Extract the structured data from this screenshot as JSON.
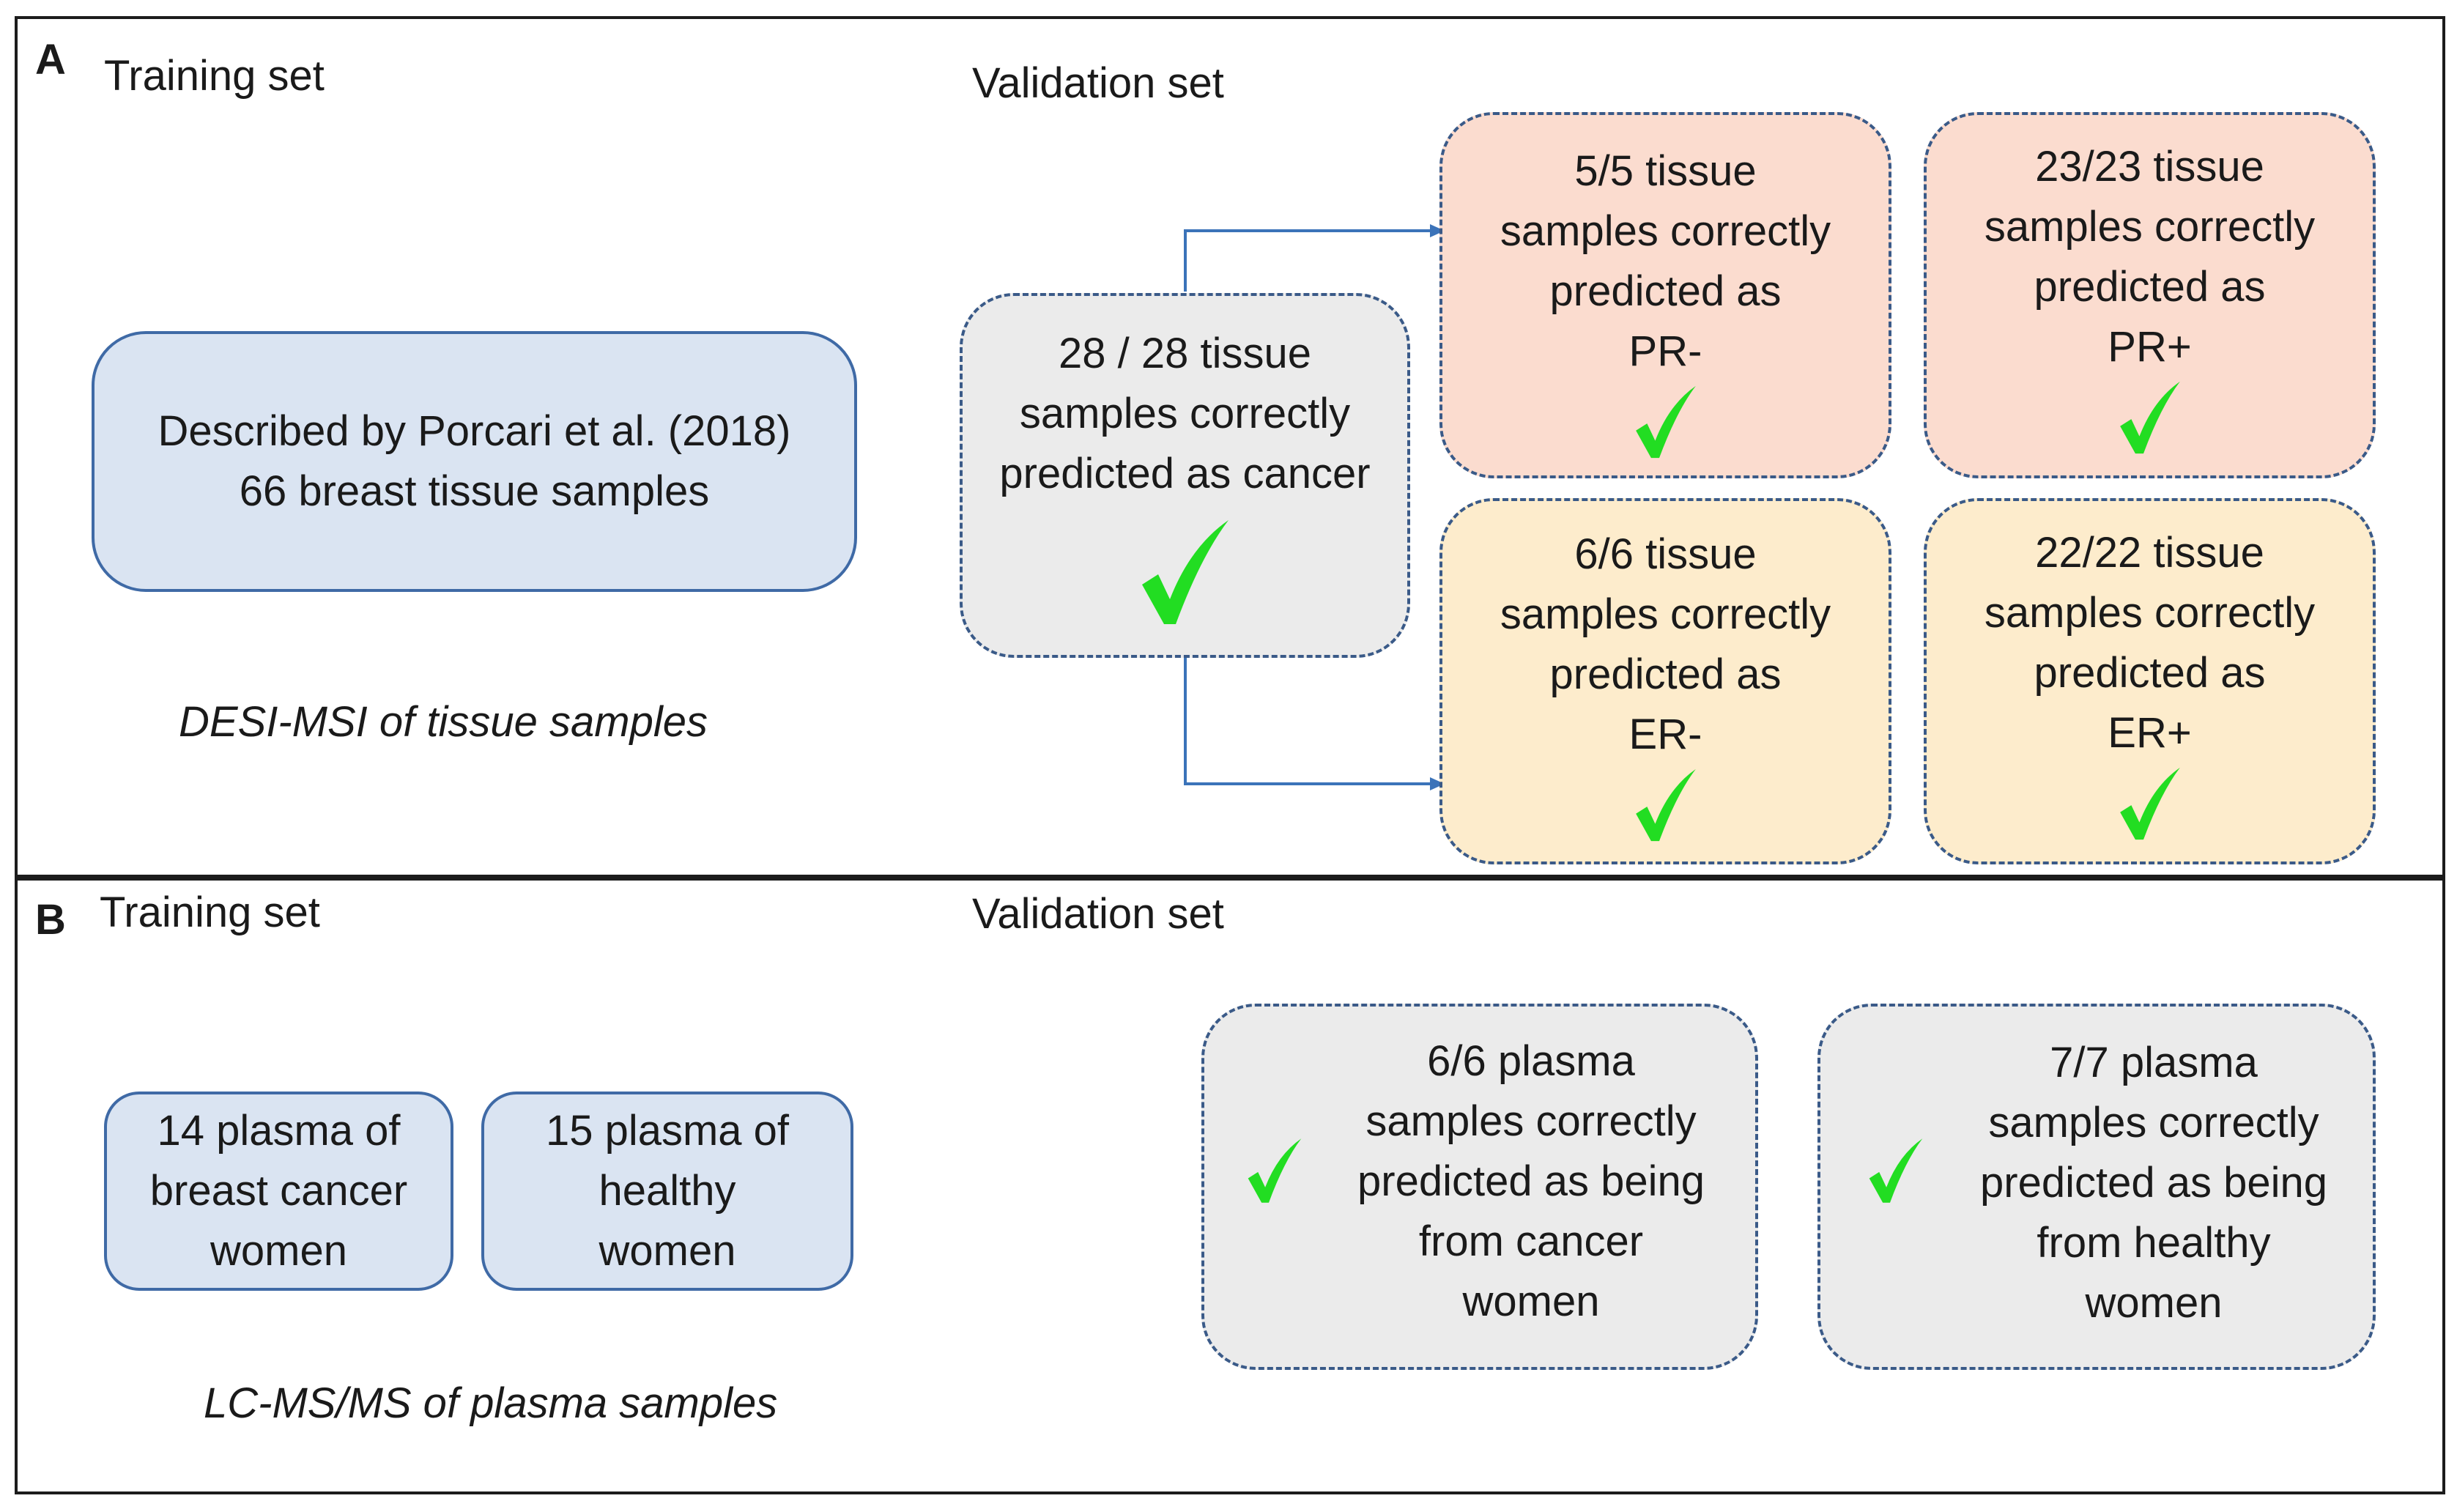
{
  "panel_a": {
    "letter": "A",
    "training_heading": "Training set",
    "validation_heading": "Validation set",
    "training_box": {
      "line1": "Described by Porcari et al. (2018)",
      "line2": "66 breast tissue samples"
    },
    "method_caption": "DESI-MSI of tissue samples",
    "cancer_box": {
      "line1": "28 / 28 tissue",
      "line2": "samples correctly",
      "line3": "predicted as cancer"
    },
    "pr_negative": {
      "line1": "5/5 tissue",
      "line2": "samples correctly",
      "line3": "predicted as",
      "line4": "PR-"
    },
    "pr_positive": {
      "line1": "23/23 tissue",
      "line2": "samples correctly",
      "line3": "predicted as",
      "line4": "PR+"
    },
    "er_negative": {
      "line1": "6/6 tissue",
      "line2": "samples correctly",
      "line3": "predicted as",
      "line4": "ER-"
    },
    "er_positive": {
      "line1": "22/22 tissue",
      "line2": "samples correctly",
      "line3": "predicted as",
      "line4": "ER+"
    }
  },
  "panel_b": {
    "letter": "B",
    "training_heading": "Training set",
    "validation_heading": "Validation set",
    "cancer_training_box": {
      "line1": "14 plasma of",
      "line2": "breast cancer",
      "line3": "women"
    },
    "healthy_training_box": {
      "line1": "15 plasma of",
      "line2": "healthy",
      "line3": "women"
    },
    "method_caption": "LC-MS/MS of plasma samples",
    "cancer_validation_box": {
      "line1": "6/6 plasma",
      "line2": "samples correctly",
      "line3": "predicted as being",
      "line4": "from cancer",
      "line5": "women"
    },
    "healthy_validation_box": {
      "line1": "7/7 plasma",
      "line2": "samples correctly",
      "line3": "predicted as being",
      "line4": "from healthy",
      "line5": "women"
    }
  },
  "colors": {
    "training_box_fill": "#dae4f2",
    "training_box_border": "#3f6aa6",
    "neutral_box_fill": "#ebebeb",
    "pr_box_fill": "#fbdccf",
    "er_box_fill": "#fdeccc",
    "dashed_border": "#3a5a88",
    "arrow": "#3b73b9",
    "checkmark": "#22dd22"
  },
  "icons": {
    "checkmark": "check-icon",
    "arrow": "arrow-right-icon"
  }
}
